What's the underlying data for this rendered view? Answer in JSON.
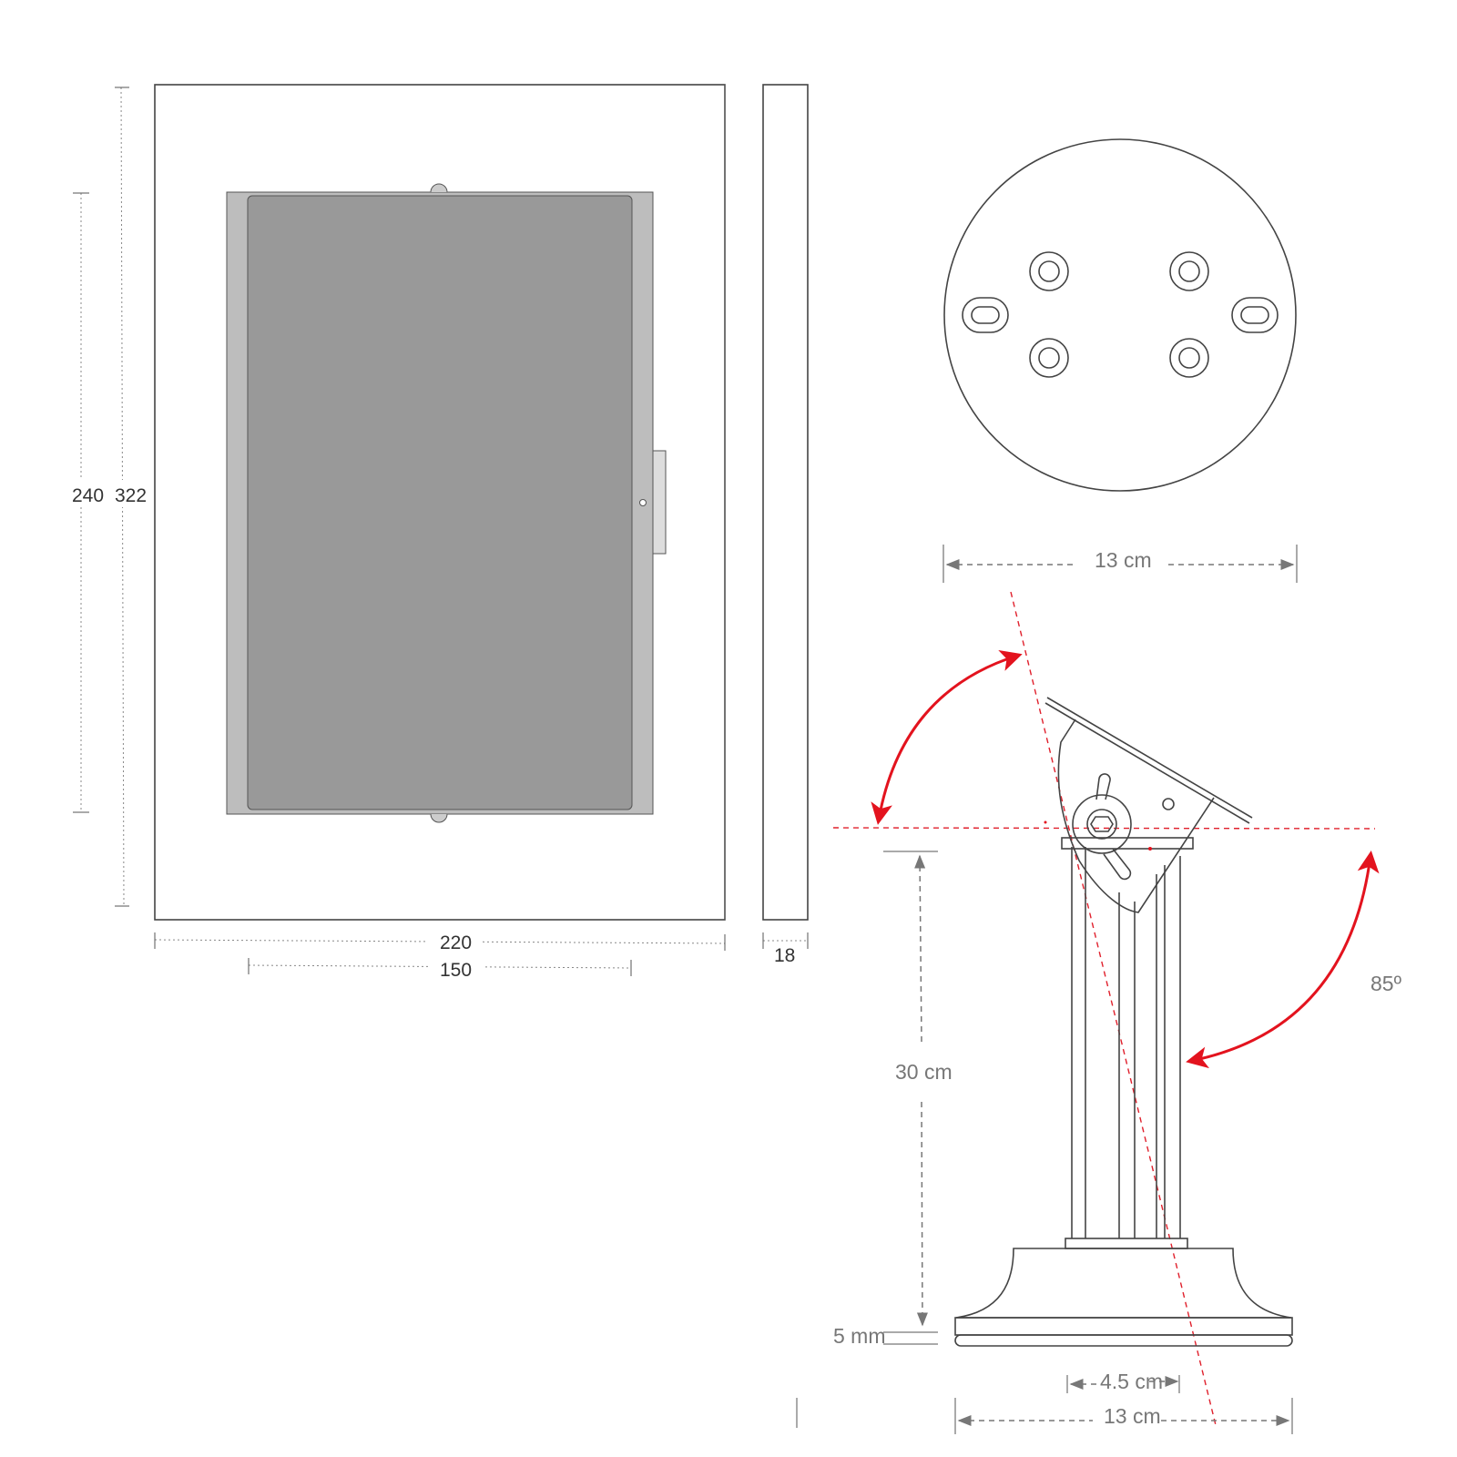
{
  "front_view": {
    "height_inner": "240",
    "height_outer": "322",
    "width_outer": "220",
    "width_inner": "150"
  },
  "side_view": {
    "depth": "18"
  },
  "base_plate": {
    "diameter": "13 cm"
  },
  "stand": {
    "height": "30 cm",
    "base_thickness": "5 mm",
    "column_width": "4.5 cm",
    "base_width": "13 cm",
    "tilt_angle": "85º"
  },
  "colors": {
    "screen": "#999999",
    "bezel": "#bdbdbd",
    "arrow": "#e3131e"
  }
}
